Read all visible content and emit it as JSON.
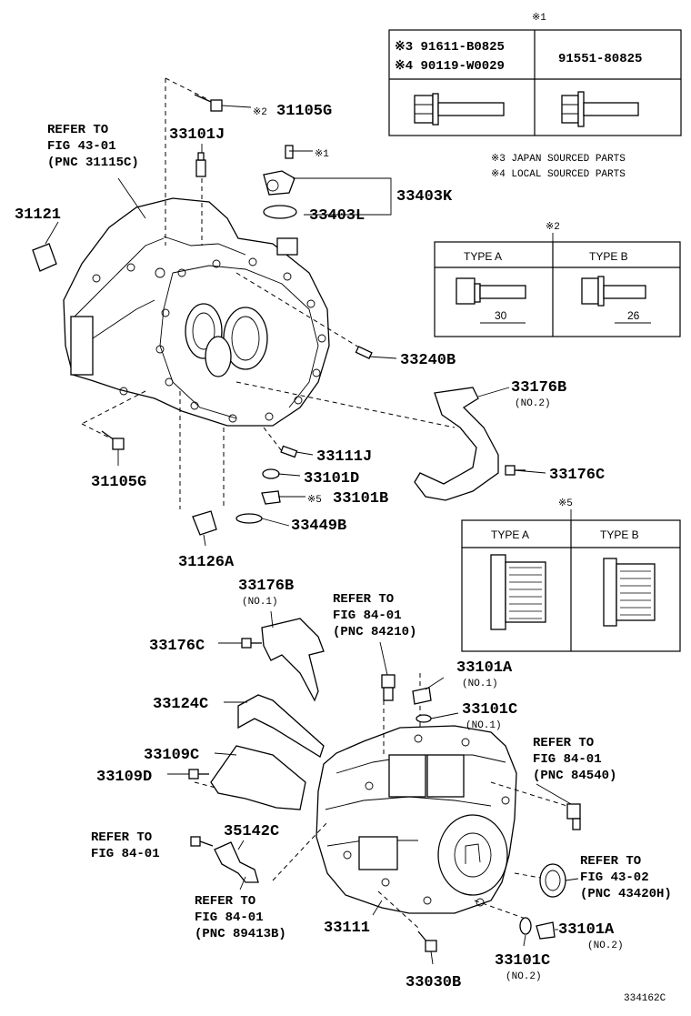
{
  "diagram_code": "334162C",
  "labels": {
    "p31105G_top": "31105G",
    "p31105G_top_mark": "※2",
    "p33101J": "33101J",
    "p31121": "31121",
    "p33403K": "33403K",
    "p33403L": "33403L",
    "p33403_mark": "※1",
    "p33240B": "33240B",
    "p33176B_no2": "33176B",
    "p33176B_no2_sub": "(NO.2)",
    "p33176C_right": "33176C",
    "p33111J": "33111J",
    "p33101D": "33101D",
    "p33101B": "33101B",
    "p33101B_mark": "※5",
    "p31105G_left": "31105G",
    "p33449B": "33449B",
    "p31126A": "31126A",
    "p33176B_no1": "33176B",
    "p33176B_no1_sub": "(NO.1)",
    "p33176C_left": "33176C",
    "p33124C": "33124C",
    "p33109C": "33109C",
    "p33109D": "33109D",
    "p35142C": "35142C",
    "p33111": "33111",
    "p33030B": "33030B",
    "p33101A_top": "33101A",
    "p33101A_top_sub": "(NO.1)",
    "p33101C_top": "33101C",
    "p33101C_top_sub": "(NO.1)",
    "p33101A_bot": "33101A",
    "p33101A_bot_sub": "(NO.2)",
    "p33101C_bot": "33101C",
    "p33101C_bot_sub": "(NO.2)"
  },
  "references": {
    "fig43_01": [
      "REFER TO",
      "FIG 43-01",
      "(PNC 31115C)"
    ],
    "fig84_01_a": [
      "REFER TO",
      "FIG 84-01",
      "(PNC 84210)"
    ],
    "fig84_01_b": [
      "REFER TO",
      "FIG 84-01",
      "(PNC 84540)"
    ],
    "fig84_01_c": [
      "REFER TO",
      "FIG 84-01"
    ],
    "fig84_01_d": [
      "REFER TO",
      "FIG 84-01",
      "(PNC 89413B)"
    ],
    "fig43_02": [
      "REFER TO",
      "FIG 43-02",
      "(PNC 43420H)"
    ]
  },
  "table1": {
    "mark": "※1",
    "row1_left": [
      "※3 91611-B0825",
      "※4 90119-W0029"
    ],
    "row1_right": "91551-80825"
  },
  "notes": [
    "※3 JAPAN SOURCED PARTS",
    "※4 LOCAL SOURCED PARTS"
  ],
  "table2": {
    "mark": "※2",
    "type_a": "TYPE A",
    "type_b": "TYPE B",
    "dim_a": "30",
    "dim_b": "26"
  },
  "table5": {
    "mark": "※5",
    "type_a": "TYPE A",
    "type_b": "TYPE B"
  }
}
